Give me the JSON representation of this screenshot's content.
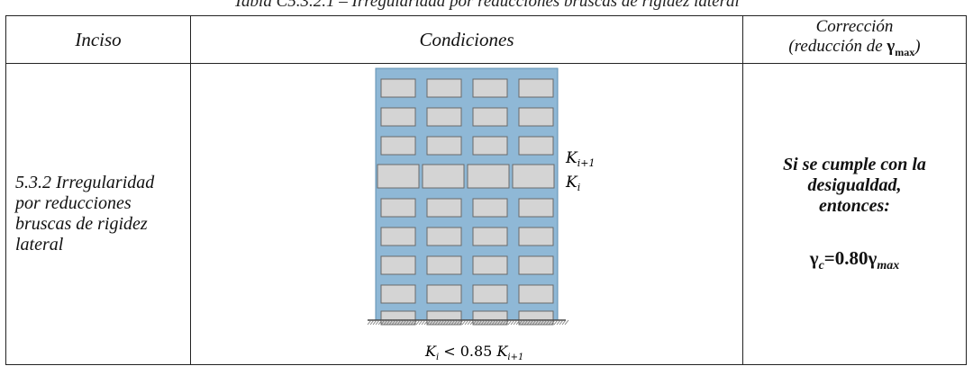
{
  "table_caption": "Tabla C5.3.2.1 – Irregularidad por reducciones bruscas de rigidez lateral",
  "columns": {
    "inciso": "Inciso",
    "condiciones": "Condiciones",
    "correccion_line1": "Corrección",
    "correccion_line2_prefix": "(reducción de ",
    "correccion_gamma": "γ",
    "correccion_gamma_sub": "max",
    "correccion_line2_suffix": ")"
  },
  "row": {
    "inciso_lines": [
      "5.3.2 Irregularidad",
      "por reducciones",
      "bruscas de rigidez",
      "lateral"
    ],
    "figure": {
      "label_upper": "K",
      "label_upper_sub": "i+1",
      "label_lower": "K",
      "label_lower_sub": "i",
      "inequality_lhs": "K",
      "inequality_lhs_sub": "i",
      "inequality_op": " < 0.85 ",
      "inequality_rhs": "K",
      "inequality_rhs_sub": "i+1"
    },
    "correction_lines": [
      "Si se cumple con la",
      "desigualdad,",
      "entonces:"
    ],
    "formula": {
      "lhs": "γ",
      "lhs_sub": "c",
      "eq": "=0.80",
      "rhs": "γ",
      "rhs_sub": "max"
    }
  },
  "colors": {
    "facade": "#8fb8d6",
    "window": "#d4d4d4",
    "ground_hatch": "#777777"
  }
}
